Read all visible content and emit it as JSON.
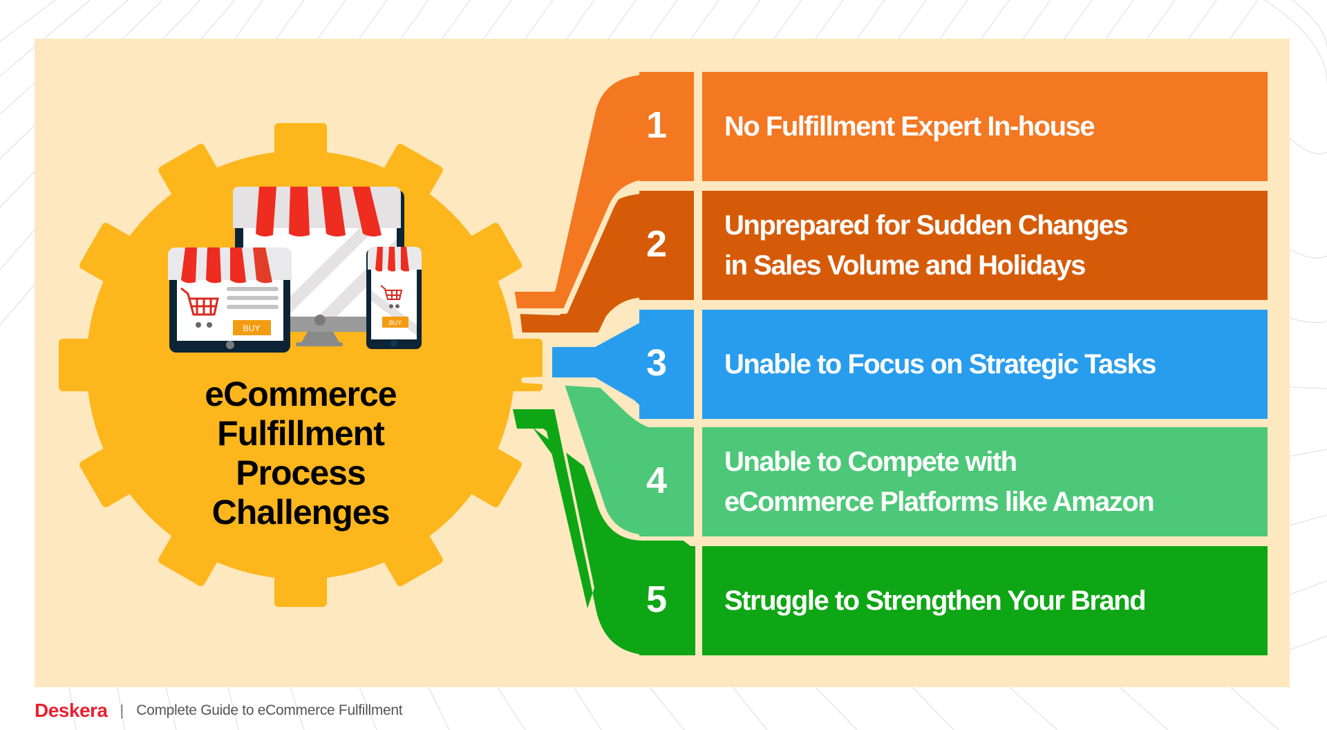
{
  "title": {
    "lines": [
      "eCommerce",
      "Fulfillment",
      "Process",
      "Challenges"
    ]
  },
  "illustration": {
    "devices": [
      "tablet-storefront",
      "desktop-storefront",
      "phone-storefront"
    ],
    "buy_label": "BUY"
  },
  "challenges": [
    {
      "number": "1",
      "text": "No Fulfillment Expert In-house",
      "color": "#f47721"
    },
    {
      "number": "2",
      "text": "Unprepared for Sudden Changes\nin Sales Volume and Holidays",
      "color": "#d65b09"
    },
    {
      "number": "3",
      "text": "Unable to Focus on Strategic Tasks",
      "color": "#289ded"
    },
    {
      "number": "4",
      "text": "Unable to Compete with\neCommerce Platforms like Amazon",
      "color": "#4cc878"
    },
    {
      "number": "5",
      "text": "Struggle to Strengthen Your Brand",
      "color": "#0ea615"
    }
  ],
  "colors": {
    "panel": "#fde8bf",
    "gear": "#fdb61c",
    "awning_red": "#ee2c20",
    "brand_red": "#e8202f"
  },
  "footer": {
    "brand": "Deskera",
    "separator": "|",
    "guide": "Complete Guide to eCommerce Fulfillment"
  }
}
